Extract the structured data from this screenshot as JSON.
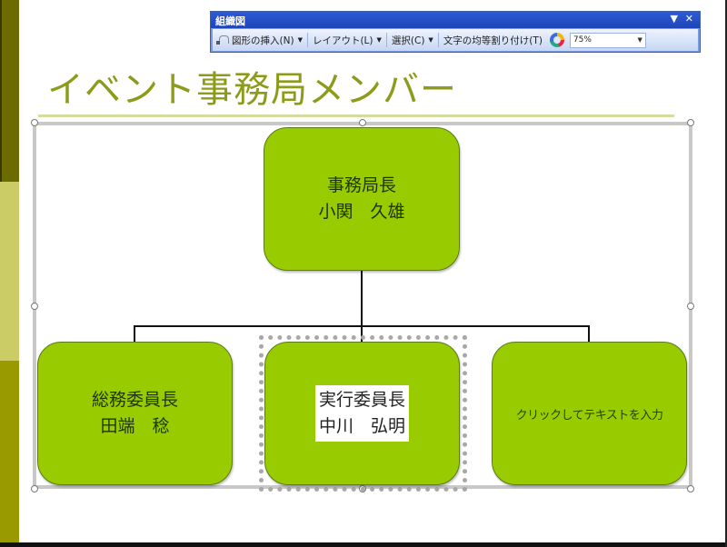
{
  "slide": {
    "title": "イベント事務局メンバー",
    "colors": {
      "title": "#8c9b1a",
      "box_fill": "#99cc00",
      "box_border": "#5a7a1a",
      "bar_top": "#6b6b00",
      "bar_middle": "#cccc66",
      "bar_bottom": "#999900"
    }
  },
  "toolbar": {
    "title": "組織図",
    "items": [
      {
        "label": "図形の挿入(N)",
        "icon": "insert-shape-icon",
        "has_dropdown": true
      },
      {
        "label": "レイアウト(L)",
        "has_dropdown": true
      },
      {
        "label": "選択(C)",
        "has_dropdown": true
      },
      {
        "label": "文字の均等割り付け(T)",
        "has_dropdown": false
      }
    ],
    "autoformat_icon": "autoformat-icon",
    "zoom_value": "75%",
    "menu_icon": "▼",
    "close_icon": "✕"
  },
  "org_chart": {
    "root": {
      "role": "事務局長",
      "name": "小関　久雄"
    },
    "children": [
      {
        "role": "総務委員長",
        "name": "田端　稔"
      },
      {
        "role": "実行委員長",
        "name": "中川　弘明",
        "selected": true
      },
      {
        "placeholder": "クリックしてテキストを入力"
      }
    ]
  }
}
